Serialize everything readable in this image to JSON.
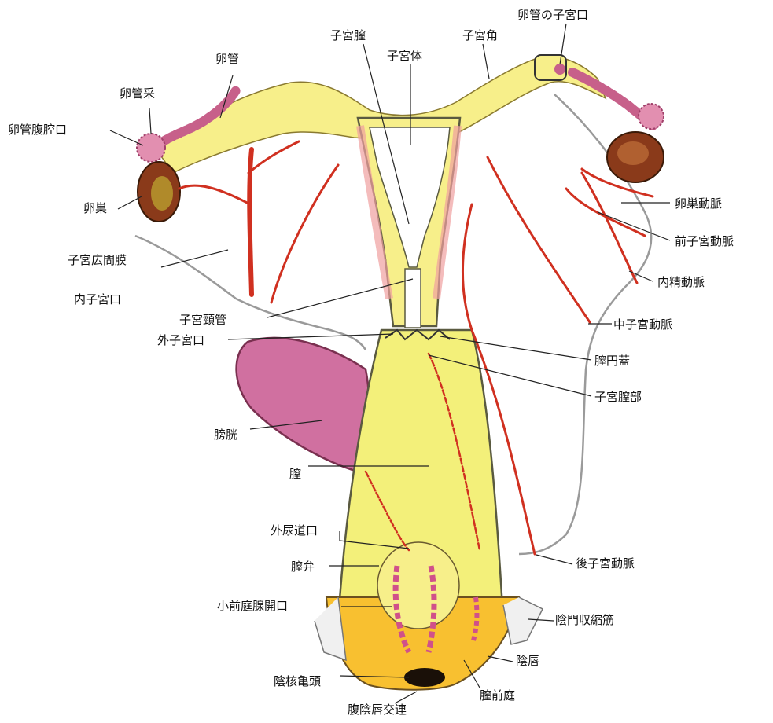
{
  "labels": {
    "uterine_vagina": "子宮膣",
    "uterine_body": "子宮体",
    "uterine_horn": "子宮角",
    "uterine_ostium_of_tube": "卵管の子宮口",
    "oviduct": "卵管",
    "fimbriae": "卵管采",
    "abdominal_ostium": "卵管腹腔口",
    "ovary": "卵巣",
    "broad_ligament": "子宮広間膜",
    "internal_os": "内子宮口",
    "cervical_canal": "子宮頸管",
    "external_os": "外子宮口",
    "bladder": "膀胱",
    "vagina": "膣",
    "external_urethral_orifice": "外尿道口",
    "hymen": "膣弁",
    "lesser_vestibular_gland_openings": "小前庭腺開口",
    "glans_clitoridis": "陰核亀頭",
    "ventral_commissure": "腹陰唇交連",
    "ovarian_artery": "卵巣動脈",
    "anterior_uterine_artery": "前子宮動脈",
    "internal_spermatic_artery": "内精動脈",
    "middle_uterine_artery": "中子宮動脈",
    "vaginal_fornix": "膣円蓋",
    "vaginal_part_of_uterus": "子宮膣部",
    "posterior_uterine_artery": "後子宮動脈",
    "vulvar_constrictor": "陰門収縮筋",
    "labia": "陰唇",
    "vestibule": "膣前庭"
  }
}
